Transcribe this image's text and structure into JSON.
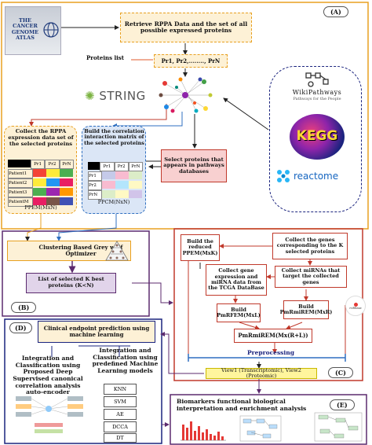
{
  "section_a": {
    "label": "(A)",
    "tcga_logo": "THE CANCER GENOME ATLAS",
    "retrieve_box": "Retrieve RPPA Data and the set of all possible expressed proteins",
    "proteins_list_label": "Proteins list",
    "proteins_list_box": "Pr1, Pr2,........, PrN",
    "string_logo": "STRING",
    "pathways_wiki": "WikiPathways",
    "pathways_wiki_sub": "Pathways for the People",
    "pathways_kegg": "KEGG",
    "pathways_reactome": "reactome",
    "collect_rppa": "Collect the RPPA expression data set of the selected proteins",
    "rppa_headers": [
      "Pr1",
      "Pr2",
      "PrN"
    ],
    "rppa_rows": [
      "Patient1",
      "Patient2",
      "Patient3",
      "PatientM"
    ],
    "rppa_caption": "PPEM(MxN)",
    "build_corr": "Build the correlation interaction matrix of the selected proteins",
    "corr_headers": [
      "Pr1",
      "Pr2",
      "PrN"
    ],
    "corr_rows": [
      "Pr1",
      "Pr2",
      "PrN"
    ],
    "corr_caption": "PPCM(NxN)",
    "select_pathways": "Select proteins that appears in pathways databases",
    "colors": {
      "orange": "#e8a020",
      "blue": "#2f6fc0",
      "red": "#c0392b",
      "purple": "#5b2a6e",
      "navy": "#1a237e"
    }
  },
  "section_b": {
    "label": "(B)",
    "clustering": "Clustering Based Grey wolf Optimizer",
    "list_k": "List of selected K best proteins (K<N)"
  },
  "section_c": {
    "label": "(C)",
    "build_reduced": "Build the reduced PPEM(MxK)",
    "collect_genes": "Collect the genes corresponding to the K selected proteins",
    "collect_gene_expr": "Collect gene expression and miRNA data from the TCGA DataBase",
    "collect_mirnas": "Collect miRNAs that target the collected genes",
    "build_pmrfem": "Build PmRFEM(MxL)",
    "build_pmrem": "Build PmRmiREM(MxR)",
    "pmrmirem": "PmRmiREM(Mx(R+L))",
    "mirbase_logo": "miRBase",
    "preprocessing": "Preprocessing",
    "views": "View1 (Transcriptomic), View2 (Proteomic)"
  },
  "section_d": {
    "label": "(D)",
    "title": "Clinical endpoint prediction using machine learning",
    "left": "Integration and Classification using Proposed Deep Supervised canonical correlation analysis auto-encoder",
    "right": "Integration and Classification using predefined Machine Learning models",
    "models": [
      "KNN",
      "SVM",
      "AE",
      "DCCA",
      "DT"
    ]
  },
  "section_e": {
    "label": "(E)",
    "title": "Biomarkers functional biological interpretation and enrichment analysis"
  }
}
